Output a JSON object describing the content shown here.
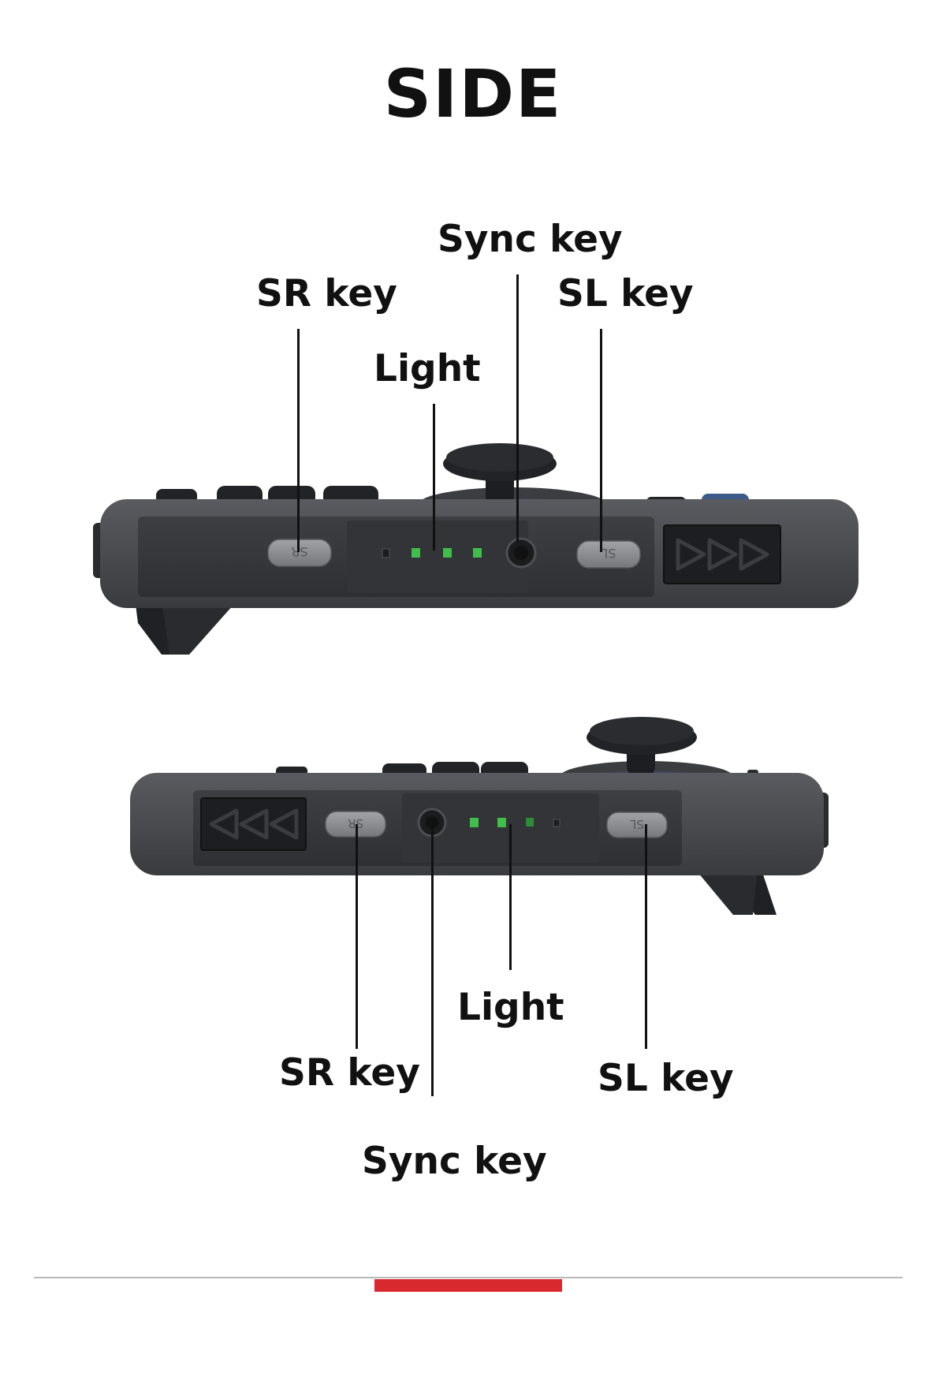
{
  "title": "SIDE",
  "top_view": {
    "callouts": {
      "sync": "Sync key",
      "sr": "SR key",
      "sl": "SL key",
      "light": "Light"
    },
    "button_sr": "SR",
    "button_sl": "SL"
  },
  "bottom_view": {
    "callouts": {
      "light": "Light",
      "sr": "SR key",
      "sl": "SL key",
      "sync": "Sync key"
    },
    "button_sr": "SR",
    "button_sl": "SL"
  },
  "colors": {
    "shell": "#4a4b4f",
    "rail": "#38393d",
    "button": "#8d8e92",
    "led": "#3fbf4a",
    "stick_glow": "#6a5cff",
    "accent": "#d8292f"
  }
}
